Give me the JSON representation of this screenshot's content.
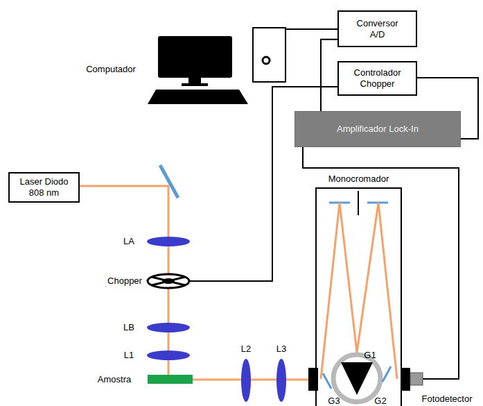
{
  "diagram": {
    "nodes": [
      {
        "text": [
          "Conversor A/D"
        ]
      },
      {
        "text": [
          "Controlador Chopper"
        ]
      },
      {
        "text": [
          "Amplificador Lock-In"
        ]
      },
      {
        "text": [
          "Laser Diodo 808 nm"
        ]
      },
      {
        "text": [
          "Monocromador"
        ]
      }
    ],
    "edges": [
      {
        "from": 2,
        "to": 0,
        "arrow": "none"
      },
      {
        "from": 1,
        "to": 2,
        "arrow": "none"
      }
    ],
    "labels": [
      "Computador",
      "LA",
      "Chopper",
      "LB",
      "L1",
      "Amostra",
      "L2",
      "L3",
      "G1",
      "G3",
      "G2",
      "Fotodetector"
    ]
  }
}
